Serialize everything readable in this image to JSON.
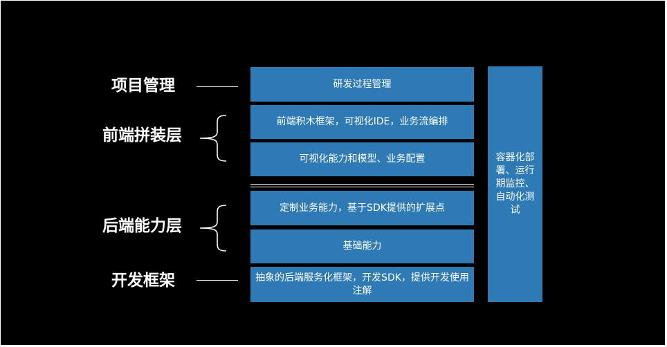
{
  "layers": {
    "project_mgmt": {
      "label": "项目管理",
      "box": "研发过程管理"
    },
    "frontend": {
      "label": "前端拼装层",
      "boxes": [
        "前端积木框架，可视化IDE，业务流编排",
        "可视化能力和模型、业务配置"
      ]
    },
    "backend": {
      "label": "后端能力层",
      "boxes": [
        "定制业务能力，基于SDK提供的扩展点",
        "基础能力"
      ]
    },
    "dev_framework": {
      "label": "开发框架",
      "box": "抽象的后端服务化框架，开发SDK，提供开发使用注解"
    }
  },
  "side_panel": {
    "text": "容器化部署、运行期监控、自动化测试"
  },
  "colors": {
    "background": "#000000",
    "box_fill": "#2e7ab5",
    "text": "#ffffff"
  }
}
